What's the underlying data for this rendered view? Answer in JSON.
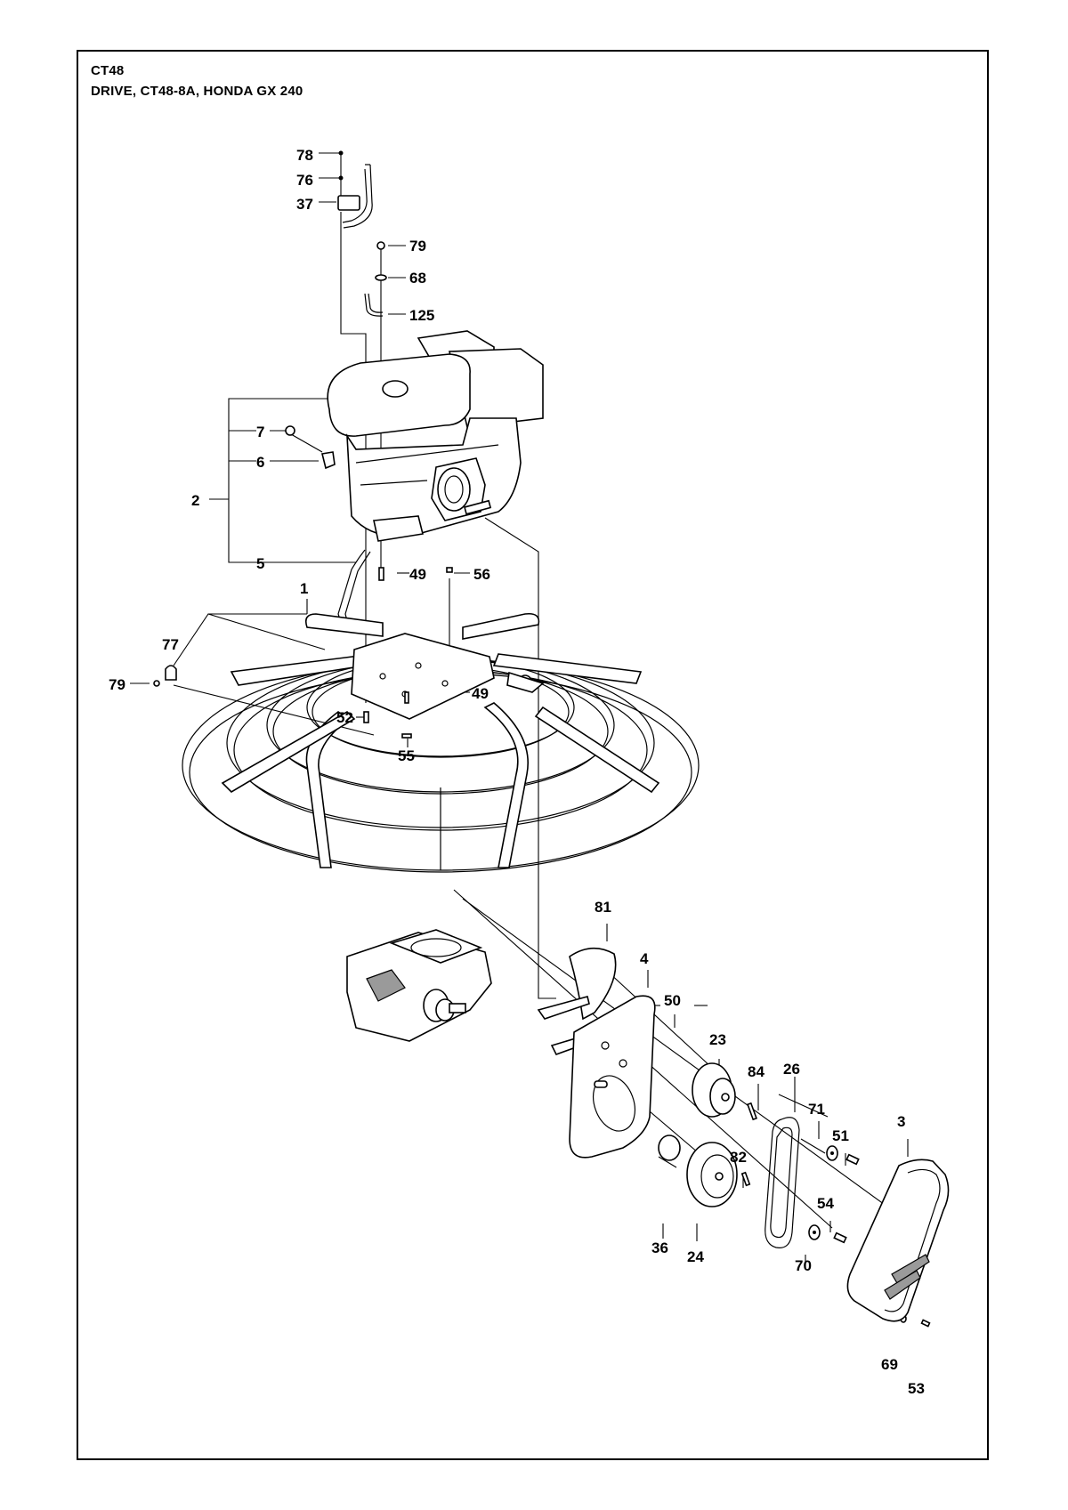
{
  "header": {
    "model": "CT48",
    "subtitle": "DRIVE, CT48-8A, HONDA GX 240"
  },
  "callouts": {
    "p78": "78",
    "p76": "76",
    "p37": "37",
    "p79a": "79",
    "p68": "68",
    "p125": "125",
    "p7": "7",
    "p6": "6",
    "p2": "2",
    "p5": "5",
    "p49a": "49",
    "p56": "56",
    "p1": "1",
    "p77": "77",
    "p79b": "79",
    "p52": "52",
    "p49b": "49",
    "p55": "55",
    "p81": "81",
    "p4": "4",
    "p50": "50",
    "p23": "23",
    "p84": "84",
    "p26": "26",
    "p71": "71",
    "p51": "51",
    "p3": "3",
    "p82": "82",
    "p54": "54",
    "p36": "36",
    "p24": "24",
    "p70": "70",
    "p69": "69",
    "p53": "53"
  }
}
